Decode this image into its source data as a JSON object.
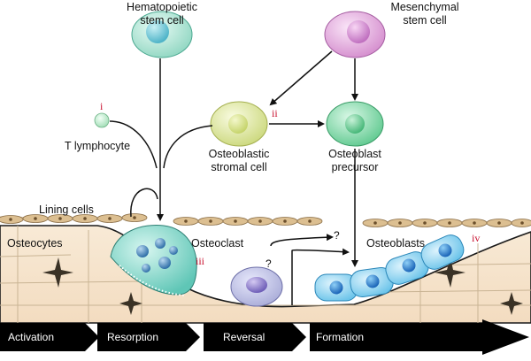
{
  "labels": {
    "hsc_line1": "Hematopoietic",
    "hsc_line2": "stem cell",
    "msc_line1": "Mesenchymal",
    "msc_line2": "stem cell",
    "tcell": "T lymphocyte",
    "stromal_line1": "Osteoblastic",
    "stromal_line2": "stromal cell",
    "precursor_line1": "Osteoblast",
    "precursor_line2": "precursor",
    "lining": "Lining cells",
    "osteocytes": "Osteocytes",
    "osteoclast": "Osteoclast",
    "osteoblasts": "Osteoblasts",
    "question": "?"
  },
  "numerals": {
    "i": "i",
    "ii": "ii",
    "iii": "iii",
    "iv": "iv"
  },
  "stages": [
    "Activation",
    "Resorption",
    "Reversal",
    "Formation"
  ],
  "colors": {
    "hsc": "#a8e3d2",
    "msc": "#e6a6e0",
    "stromal": "#dde89a",
    "precursor": "#7fd9a8",
    "osteoclast": "#7fd6c8",
    "osteoblast": "#7ed0ee",
    "bone": "#f7e7cf",
    "lining": "#d9b98a",
    "numeral": "#c8102e",
    "arrow_bar": "#000000"
  }
}
